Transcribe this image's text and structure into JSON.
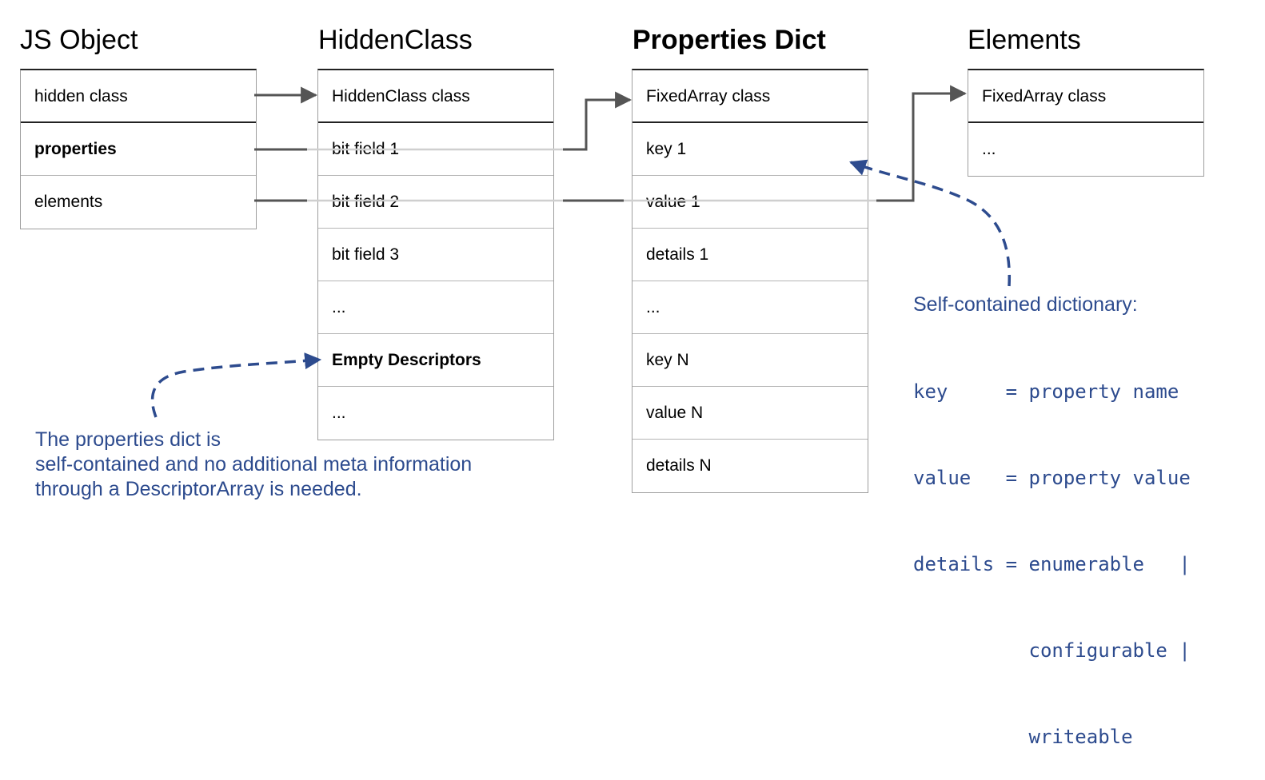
{
  "columns": {
    "js_object": {
      "title": "JS Object",
      "rows": [
        "hidden class",
        "properties",
        "elements"
      ]
    },
    "hidden_class": {
      "title": "HiddenClass",
      "rows": [
        "HiddenClass class",
        "bit field 1",
        "bit field 2",
        "bit field 3",
        "...",
        "Empty Descriptors",
        "..."
      ]
    },
    "properties_dict": {
      "title": "Properties Dict",
      "rows": [
        "FixedArray class",
        "key 1",
        "value 1",
        "details 1",
        "...",
        "key N",
        "value N",
        "details N"
      ]
    },
    "elements": {
      "title": "Elements",
      "rows": [
        "FixedArray class",
        "..."
      ]
    }
  },
  "notes": {
    "left": {
      "lines": [
        "The properties dict is",
        "self-contained and no additional meta information",
        "through a DescriptorArray is needed."
      ]
    },
    "right": {
      "heading": "Self-contained dictionary:",
      "code_lines": [
        "key     = property name",
        "value   = property value",
        "details = enumerable   |",
        "          configurable |",
        "          writeable"
      ]
    }
  },
  "colors": {
    "arrow": "#555555",
    "annotation": "#2d4b8e",
    "border": "#222222"
  }
}
